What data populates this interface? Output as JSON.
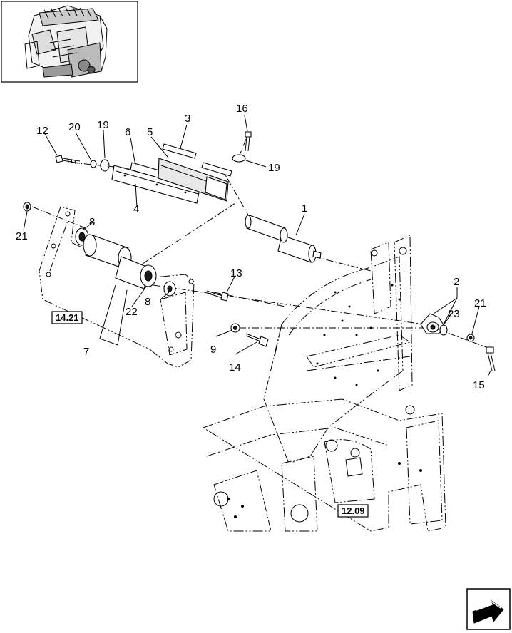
{
  "callouts": [
    "1",
    "2",
    "3",
    "4",
    "5",
    "6",
    "7",
    "8",
    "8",
    "9",
    "12",
    "13",
    "14",
    "15",
    "16",
    "19",
    "19",
    "20",
    "21",
    "21",
    "22",
    "23"
  ],
  "references": [
    "14.21",
    "12.09"
  ],
  "icons": {
    "thumbnail": "baler-overview-thumbnail-icon",
    "nav": "next-page-arrow-icon"
  }
}
